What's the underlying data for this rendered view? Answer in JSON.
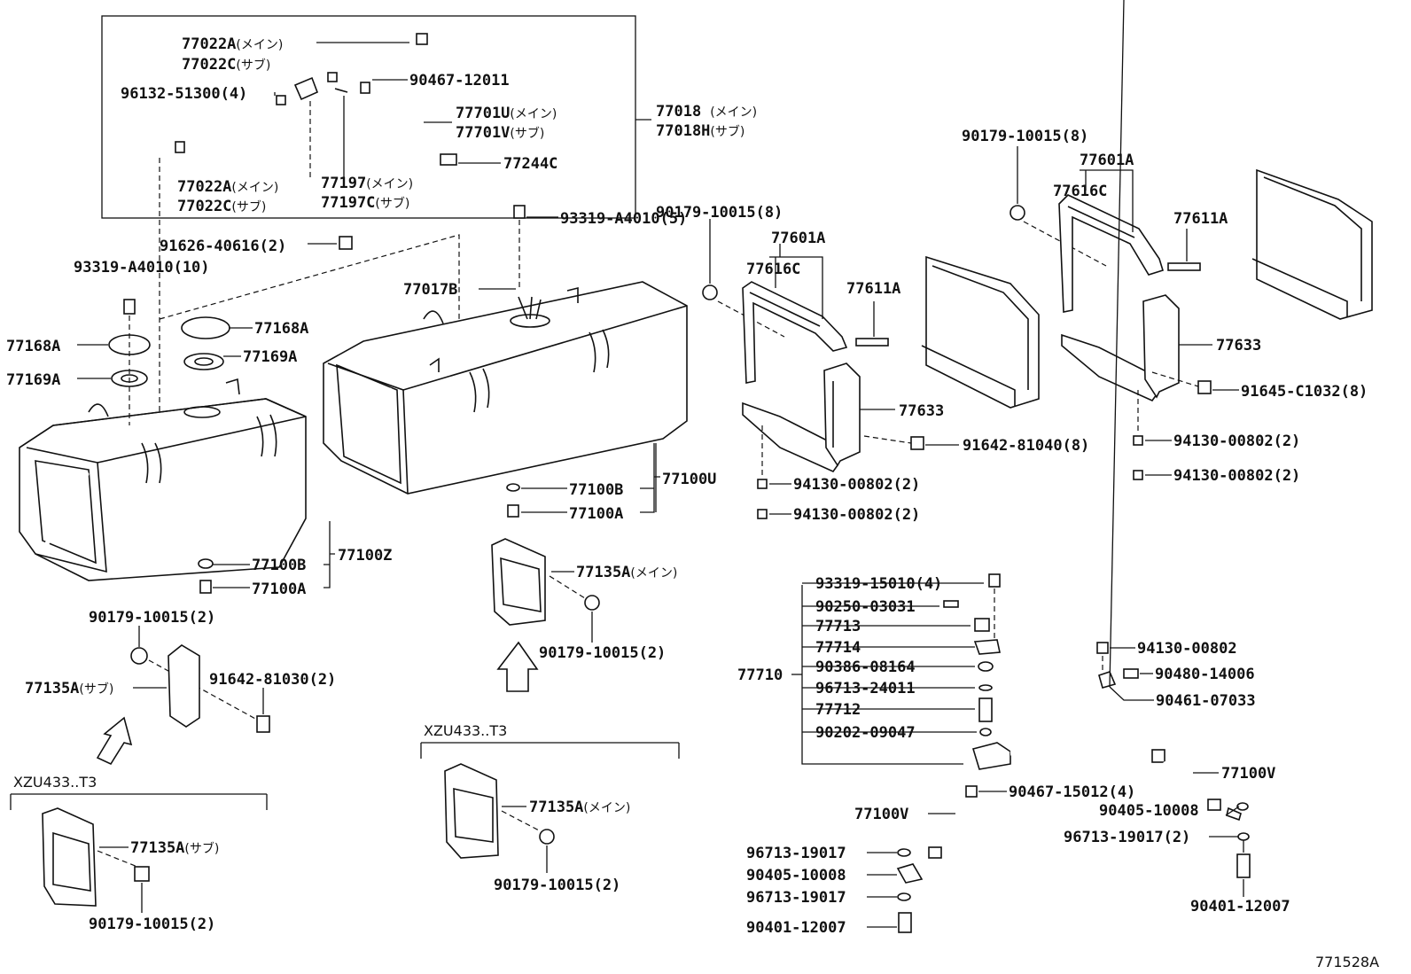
{
  "diagram_id": "771528A",
  "variant_labels": {
    "main": "(メイン)",
    "sub": "(サブ)"
  },
  "sections": {
    "left_caption": "XZU433..T3",
    "mid_caption": "XZU433..T3"
  },
  "labels": {
    "p77022A_main": "77022A",
    "p77022C_sub": "77022C",
    "p96132": "96132-51300(4)",
    "p90467_12011": "90467-12011",
    "p77701U": "77701U",
    "p77701V": "77701V",
    "p77018": "77018",
    "p77018H": "77018H",
    "p77244C": "77244C",
    "p77022A_b": "77022A",
    "p77022C_b": "77022C",
    "p77197": "77197",
    "p77197C": "77197C",
    "p91626": "91626-40616(2)",
    "p93319_A4010_10": "93319-A4010(10)",
    "p77168A_l": "77168A",
    "p77169A_l": "77169A",
    "p77168A_r": "77168A",
    "p77169A_r": "77169A",
    "p93319_A4010_5": "93319-A4010(5)",
    "p77017B": "77017B",
    "p77100B_l": "77100B",
    "p77100A_l": "77100A",
    "p77100Z": "77100Z",
    "p77100B_r": "77100B",
    "p77100A_r": "77100A",
    "p77100U": "77100U",
    "p90179_8_a": "90179-10015(8)",
    "p77601A_a": "77601A",
    "p77616C_a": "77616C",
    "p77611A_a": "77611A",
    "p77633_a": "77633",
    "p91642_81040": "91642-81040(8)",
    "p94130_a": "94130-00802(2)",
    "p94130_b": "94130-00802(2)",
    "p90179_8_b": "90179-10015(8)",
    "p77601A_b": "77601A",
    "p77616C_b": "77616C",
    "p77611A_b": "77611A",
    "p77633_b": "77633",
    "p91645": "91645-C1032(8)",
    "p94130_c": "94130-00802(2)",
    "p94130_d": "94130-00802(2)",
    "p90179_2_a": "90179-10015(2)",
    "p77135A_sub_a": "77135A",
    "p91642_81030": "91642-81030(2)",
    "p77135A_sub_b": "77135A",
    "p90179_2_b": "90179-10015(2)",
    "p77135A_main_a": "77135A",
    "p90179_2_c": "90179-10015(2)",
    "p77135A_main_b": "77135A",
    "p90179_2_d": "90179-10015(2)",
    "p93319_15010": "93319-15010(4)",
    "p90250": "90250-03031",
    "p77713": "77713",
    "p77714": "77714",
    "p90386": "90386-08164",
    "p96713_24011": "96713-24011",
    "p77712": "77712",
    "p90202": "90202-09047",
    "p77710": "77710",
    "p94130_e": "94130-00802",
    "p90480": "90480-14006",
    "p90461": "90461-07033",
    "p77100V_r": "77100V",
    "p90467_15012": "90467-15012(4)",
    "p77100V_l": "77100V",
    "p90405_r": "90405-10008",
    "p96713_19017_r": "96713-19017(2)",
    "p90401_r": "90401-12007",
    "p96713_19017_a": "96713-19017",
    "p90405_l": "90405-10008",
    "p96713_19017_b": "96713-19017",
    "p90401_l": "90401-12007"
  }
}
